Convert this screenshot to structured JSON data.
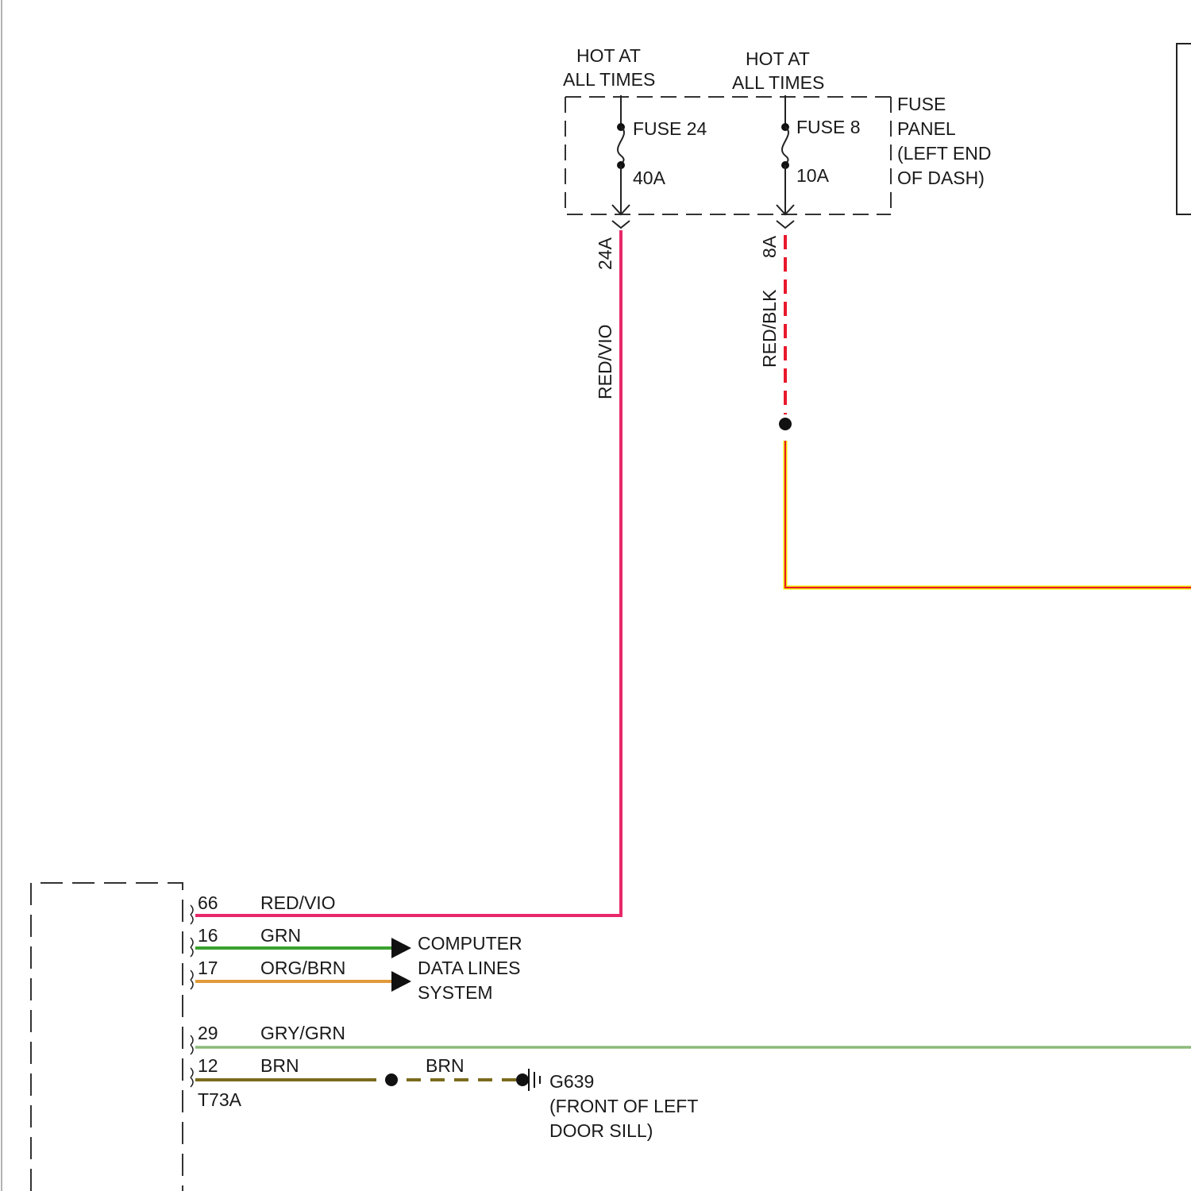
{
  "fuse_panel": {
    "label_lines": [
      "FUSE",
      "PANEL",
      "(LEFT END",
      "OF DASH)"
    ],
    "fuses": [
      {
        "hot_lines": [
          "HOT AT",
          "ALL TIMES"
        ],
        "name": "FUSE 24",
        "rating": "40A",
        "circuit": "24A",
        "wire_color": "RED/VIO"
      },
      {
        "hot_lines": [
          "HOT AT",
          "ALL TIMES"
        ],
        "name": "FUSE 8",
        "rating": "10A",
        "circuit": "8A",
        "wire_color": "RED/BLK"
      }
    ]
  },
  "connector": {
    "name": "T73A",
    "pins": [
      {
        "pin": "66",
        "color": "RED/VIO"
      },
      {
        "pin": "16",
        "color": "GRN"
      },
      {
        "pin": "17",
        "color": "ORG/BRN"
      },
      {
        "pin": "29",
        "color": "GRY/GRN"
      },
      {
        "pin": "12",
        "color": "BRN"
      }
    ]
  },
  "computer_data_lines": [
    "COMPUTER",
    "DATA LINES",
    "SYSTEM"
  ],
  "ground": {
    "wire_color": "BRN",
    "lines": [
      "G639",
      "(FRONT OF LEFT",
      "DOOR SILL)"
    ]
  },
  "wire_colors": {
    "red_vio": "#e8286a",
    "red_blk": "#e8182c",
    "red_yel": "#e8182c",
    "yel_edge": "#f5e400",
    "grn": "#3aa12e",
    "org_brn": "#e39a3a",
    "gry_grn": "#a9cf9a",
    "brn": "#7a6a1c"
  }
}
